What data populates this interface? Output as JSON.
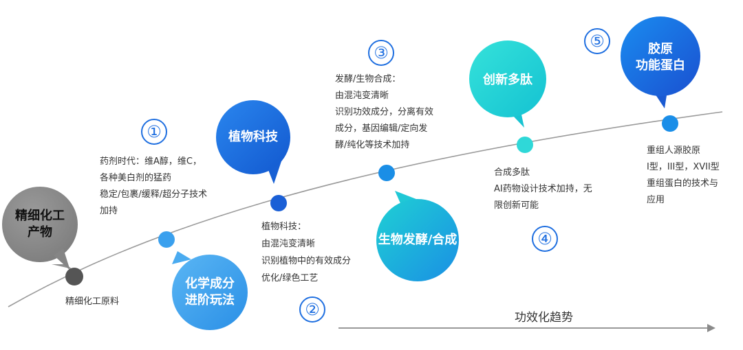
{
  "colors": {
    "curve": "#9a9a9a",
    "gray_bubble": "#8e8e8e",
    "light_blue": "#3aa0ee",
    "royal_blue": "#1a6ee0",
    "cyan": "#1ed0d8",
    "cyan_dark": "#1aaee0",
    "number": "#1f6fe0"
  },
  "stages": [
    {
      "bubble": "精细化工\n产物",
      "caption": [
        "精细化工原料"
      ]
    },
    {
      "number": "①",
      "bubble": "化学成分\n进阶玩法",
      "caption": [
        "药剂时代：维A醇，维C，",
        "各种美白剂的猛药",
        "稳定/包裹/缓释/超分子技术",
        "加持"
      ]
    },
    {
      "number": "②",
      "bubble": "植物科技",
      "caption": [
        "植物科技：",
        "由混沌变清晰",
        "识别植物中的有效成分",
        "优化/绿色工艺"
      ]
    },
    {
      "number": "③",
      "bubble": "生物发酵/合成",
      "caption": [
        "发酵/生物合成：",
        "由混沌变清晰",
        "识别功效成分，分离有效",
        "成分，基因编辑/定向发",
        "酵/纯化等技术加持"
      ]
    },
    {
      "number": "④",
      "bubble": "创新多肽",
      "caption": [
        "合成多肽",
        "AI药物设计技术加持，无",
        "限创新可能"
      ]
    },
    {
      "number": "⑤",
      "bubble": "胶原\n功能蛋白",
      "caption": [
        "重组人源胶原",
        "I型，III型，XVII型",
        "重组蛋白的技术与",
        "应用"
      ]
    }
  ],
  "trend_label": "功效化趋势"
}
